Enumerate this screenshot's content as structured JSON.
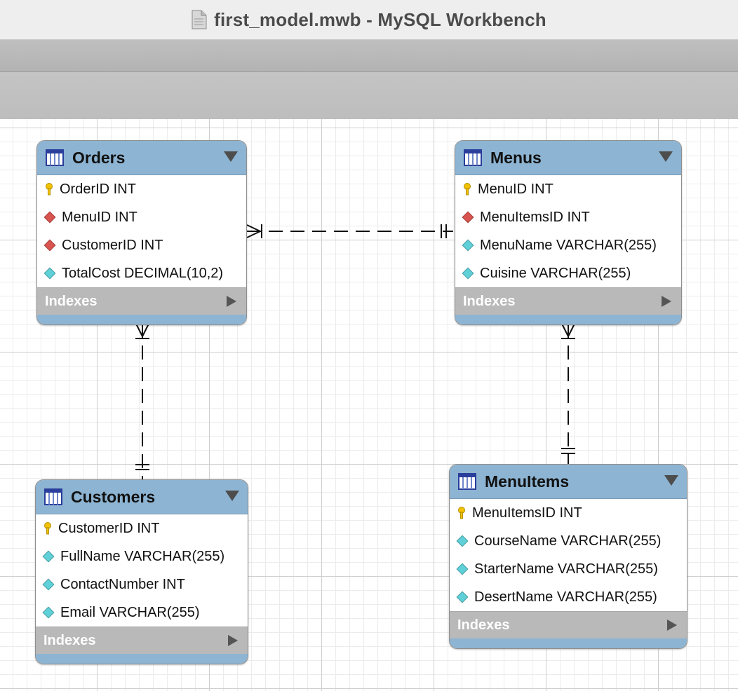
{
  "window": {
    "title": "first_model.mwb - MySQL Workbench"
  },
  "colors": {
    "header": "#8db4d2",
    "indexes_band": "#b9b9b9",
    "primary_key": "#f2c200",
    "foreign_key": "#d9534f",
    "column": "#5fd0d8"
  },
  "tables": [
    {
      "id": "orders",
      "name": "Orders",
      "indexes_label": "Indexes",
      "columns": [
        {
          "text": "OrderID INT",
          "kind": "pk"
        },
        {
          "text": "MenuID INT",
          "kind": "fk"
        },
        {
          "text": "CustomerID INT",
          "kind": "fk"
        },
        {
          "text": "TotalCost DECIMAL(10,2)",
          "kind": "col"
        }
      ]
    },
    {
      "id": "menus",
      "name": "Menus",
      "indexes_label": "Indexes",
      "columns": [
        {
          "text": "MenuID INT",
          "kind": "pk"
        },
        {
          "text": "MenuItemsID INT",
          "kind": "fk"
        },
        {
          "text": "MenuName VARCHAR(255)",
          "kind": "col"
        },
        {
          "text": "Cuisine VARCHAR(255)",
          "kind": "col"
        }
      ]
    },
    {
      "id": "customers",
      "name": "Customers",
      "indexes_label": "Indexes",
      "columns": [
        {
          "text": "CustomerID INT",
          "kind": "pk"
        },
        {
          "text": "FullName VARCHAR(255)",
          "kind": "col"
        },
        {
          "text": "ContactNumber INT",
          "kind": "col"
        },
        {
          "text": "Email VARCHAR(255)",
          "kind": "col"
        }
      ]
    },
    {
      "id": "menuitems",
      "name": "MenuItems",
      "indexes_label": "Indexes",
      "columns": [
        {
          "text": "MenuItemsID INT",
          "kind": "pk"
        },
        {
          "text": "CourseName VARCHAR(255)",
          "kind": "col"
        },
        {
          "text": "StarterName VARCHAR(255)",
          "kind": "col"
        },
        {
          "text": "DesertName VARCHAR(255)",
          "kind": "col"
        }
      ]
    }
  ],
  "relationships": [
    {
      "from": "orders",
      "to": "menus",
      "from_end": "one-or-many",
      "to_end": "exactly-one"
    },
    {
      "from": "orders",
      "to": "customers",
      "from_end": "one-or-many",
      "to_end": "exactly-one"
    },
    {
      "from": "menus",
      "to": "menuitems",
      "from_end": "one-or-many",
      "to_end": "exactly-one"
    }
  ]
}
